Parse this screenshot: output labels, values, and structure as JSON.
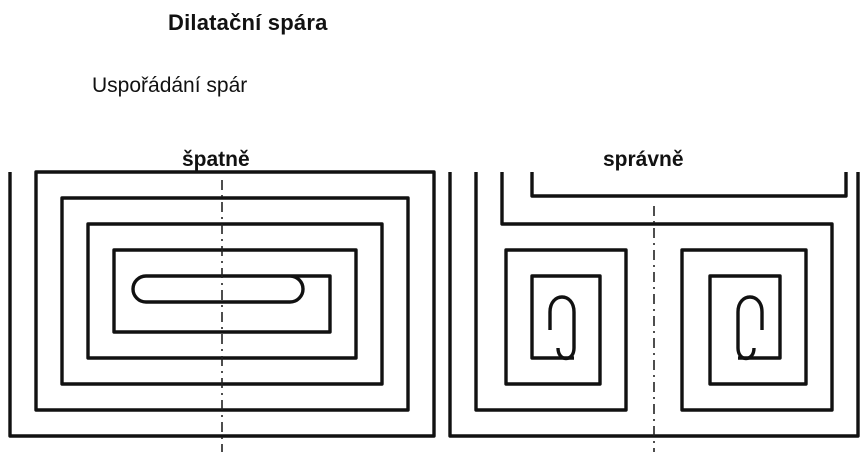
{
  "header": {
    "title": "Dilatační spára",
    "subtitle": "Uspořádání spár"
  },
  "panels": {
    "wrong": {
      "label": "špatně"
    },
    "right": {
      "label": "správně"
    }
  }
}
